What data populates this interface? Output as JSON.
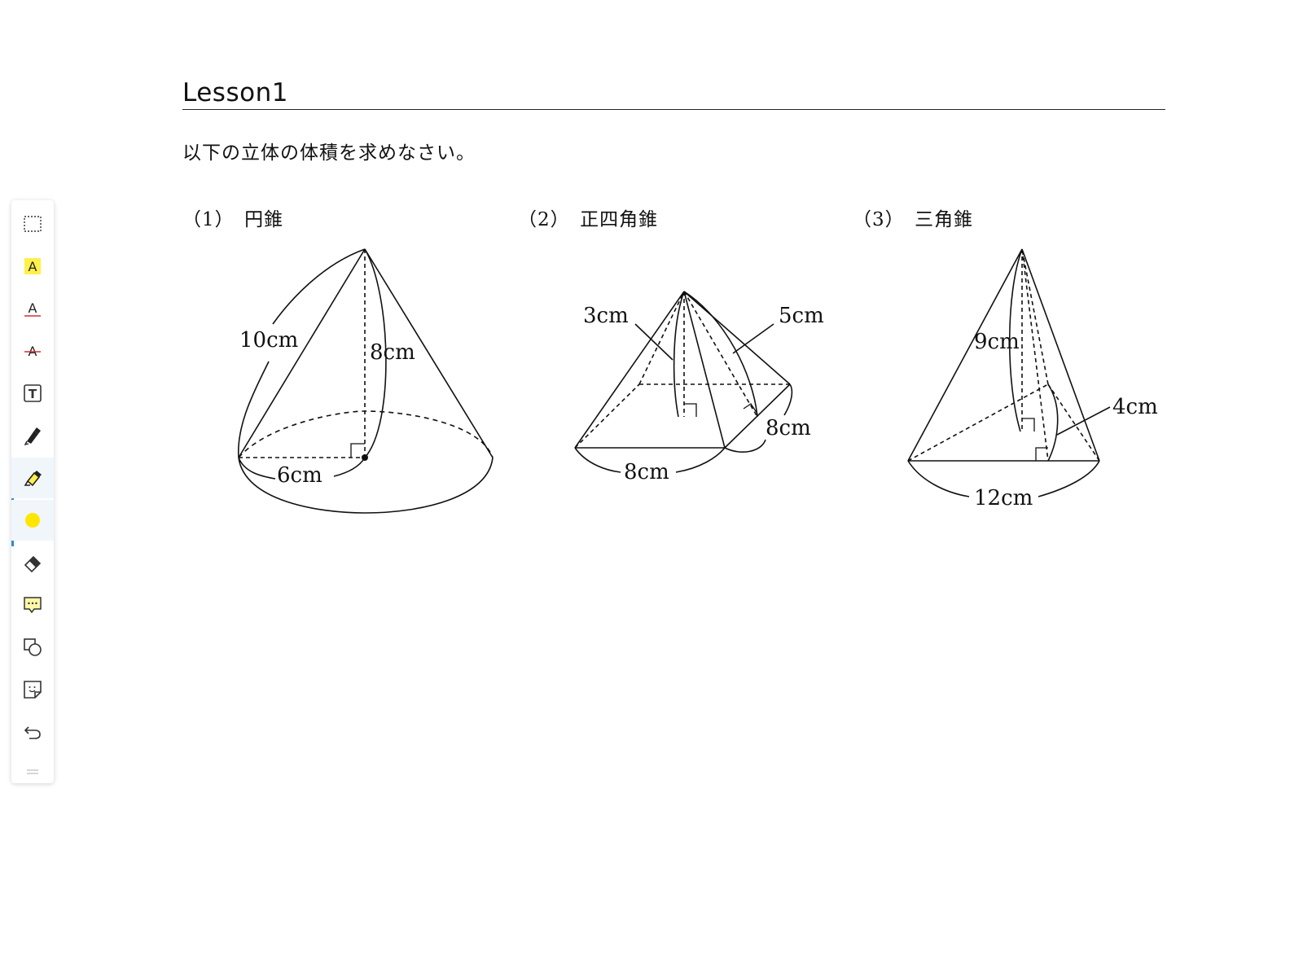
{
  "toolbar": {
    "tools": [
      {
        "name": "rectangle-select",
        "icon": "dashed-rectangle-icon"
      },
      {
        "name": "text-highlight",
        "icon": "highlight-a-icon",
        "glyph": "A"
      },
      {
        "name": "text-underline",
        "icon": "underline-a-icon",
        "glyph": "A"
      },
      {
        "name": "text-strikethrough",
        "icon": "strikethrough-a-icon",
        "glyph": "A"
      },
      {
        "name": "text-box",
        "icon": "text-box-icon",
        "glyph": "T"
      },
      {
        "name": "pen",
        "icon": "pen-icon"
      },
      {
        "name": "highlighter",
        "icon": "highlighter-icon",
        "active": true
      },
      {
        "name": "color",
        "icon": "yellow-color-dot-icon"
      },
      {
        "name": "eraser",
        "icon": "eraser-icon"
      },
      {
        "name": "comment",
        "icon": "comment-icon"
      },
      {
        "name": "shapes",
        "icon": "shapes-icon"
      },
      {
        "name": "sticky-note",
        "icon": "sticky-note-icon"
      },
      {
        "name": "undo",
        "icon": "undo-icon"
      }
    ],
    "colors": {
      "highlight": "#fff04a",
      "accent": "#2d8cd8",
      "red": "#d03030"
    }
  },
  "document": {
    "title": "Lesson1",
    "instruction": "以下の立体の体積を求めなさい。",
    "problems": [
      {
        "label": "（1）　円錐",
        "labels": [
          "10cm",
          "8cm",
          "6cm"
        ]
      },
      {
        "label": "（2）　正四角錐",
        "labels": [
          "3cm",
          "5cm",
          "8cm",
          "8cm"
        ]
      },
      {
        "label": "（3）　三角錐",
        "labels": [
          "9cm",
          "4cm",
          "12cm"
        ]
      }
    ]
  }
}
